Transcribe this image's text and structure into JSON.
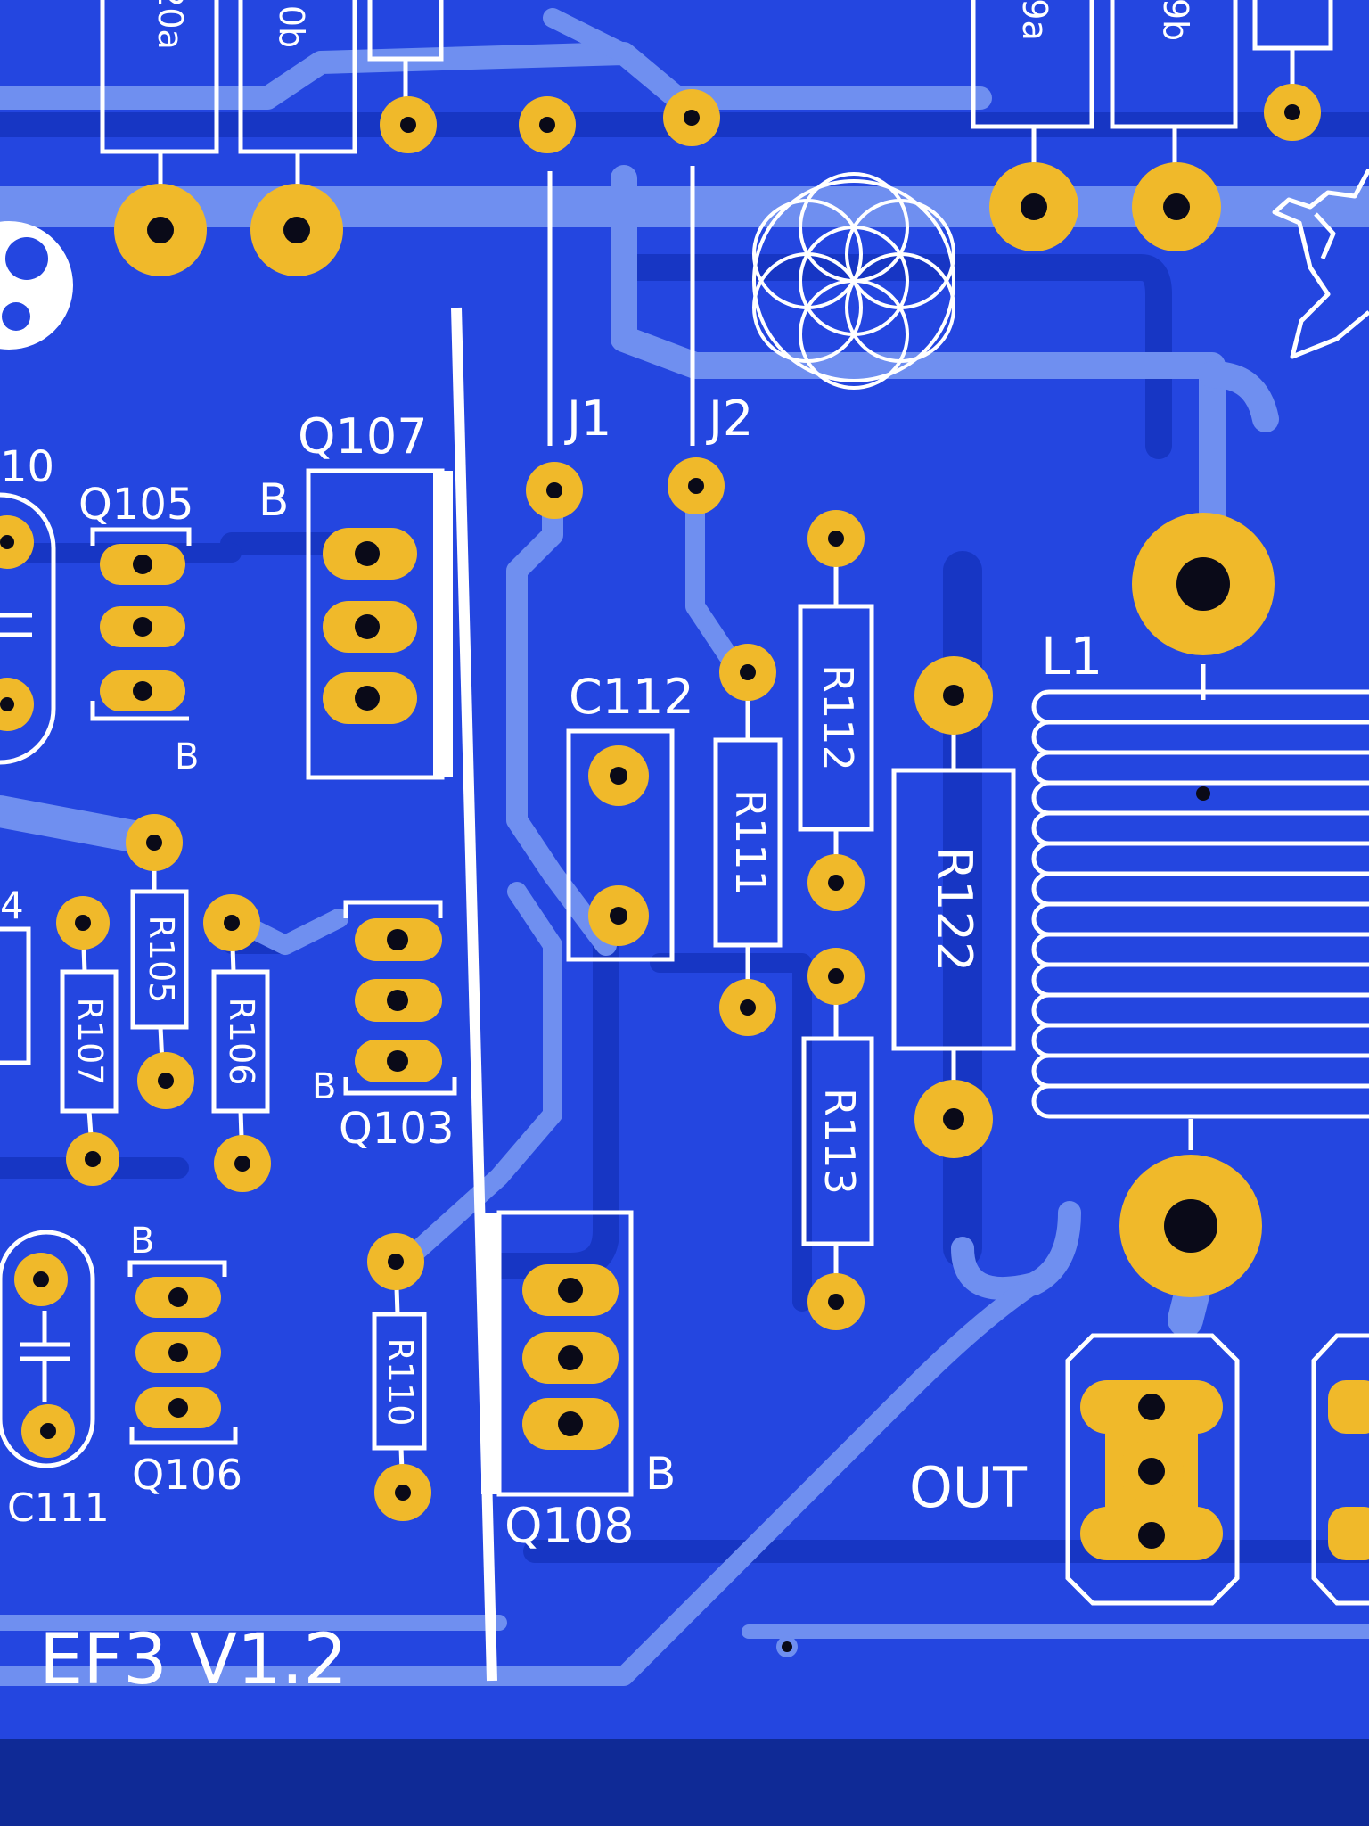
{
  "board": {
    "version": "EF3 V1.2",
    "colors": {
      "substrate": "#1d3fd6",
      "copper_fill": "#2446e0",
      "trace_light": "#6f8ff0",
      "trace_dark": "#1736c4",
      "pad": "#f0b92a",
      "silk": "#ffffff"
    }
  },
  "labels": {
    "top_left_a": "20a",
    "top_left_b": "0b",
    "top_right_a": "9a",
    "top_right_b": "9b",
    "left_edge": "10",
    "left_edge_2": "4",
    "q105": "Q105",
    "q107": "Q107",
    "q103": "Q103",
    "q106": "Q106",
    "q108": "Q108",
    "c111": "C111",
    "c112": "C112",
    "r105": "R105",
    "r106": "R106",
    "r107": "R107",
    "r110": "R110",
    "r111": "R111",
    "r112": "R112",
    "r113": "R113",
    "r122": "R122",
    "j1": "J1",
    "j2": "J2",
    "l1": "L1",
    "out": "OUT",
    "base": "B"
  },
  "icons": [
    "flower-of-life-logo-icon",
    "bird-logo-icon",
    "partial-logo-icon"
  ]
}
